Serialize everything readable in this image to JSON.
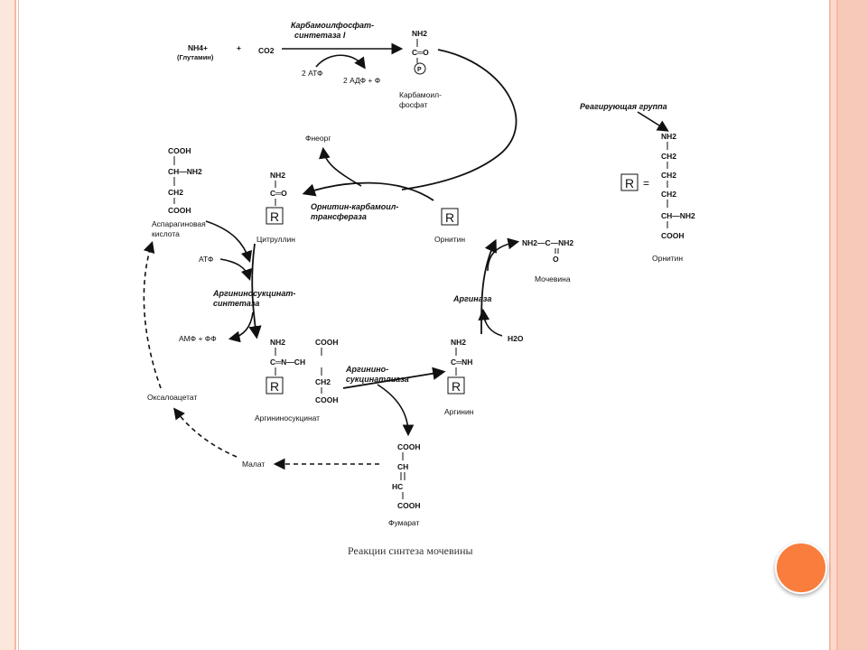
{
  "caption": "Реакции синтеза мочевины",
  "top": {
    "nh4": "NH4+",
    "glutamine": "(Глутамин)",
    "plus": "+",
    "co2": "CO2",
    "enzyme1_line1": "Карбамоилфосфат-",
    "enzyme1_line2": "синтетаза I",
    "atp2": "2 АТФ",
    "adp2": "2 АДФ + Ф",
    "cp_nh2": "NH2",
    "cp_co": "C═O",
    "cp_p": "P",
    "cp_name1": "Карбамоил-",
    "cp_name2": "фосфат"
  },
  "pi": "Фнеорг",
  "ornithine_transferase": {
    "line1": "Орнитин-карбамоил-",
    "line2": "трансфераза"
  },
  "citrulline": {
    "nh2": "NH2",
    "co": "C═O",
    "r": "R",
    "name": "Цитруллин"
  },
  "ornithine": {
    "r": "R",
    "name": "Орнитин"
  },
  "aspartate": {
    "cooh1": "COOH",
    "ch_nh2": "CH—NH2",
    "ch2": "CH2",
    "cooh2": "COOH",
    "name1": "Аспарагиновая",
    "name2": "кислота"
  },
  "atp": "АТФ",
  "synthetase": {
    "line1": "Аргининосукцинат-",
    "line2": "синтетаза"
  },
  "amp": "АМФ + ФФ",
  "argininosuccinate": {
    "nh2": "NH2",
    "cooh1": "COOH",
    "cnch": "C═N—CH",
    "ch2": "CH2",
    "cooh2": "COOH",
    "r": "R",
    "name": "Аргининосукцинат"
  },
  "lyase": {
    "line1": "Аргинино-",
    "line2": "сукцинатлиаза"
  },
  "arginine": {
    "nh2": "NH2",
    "cnh": "C═NH",
    "r": "R",
    "name": "Аргинин"
  },
  "arginase": "Аргиназа",
  "h2o": "H2O",
  "urea": {
    "formula": "NH2—C—NH2",
    "o": "O",
    "name": "Мочевина"
  },
  "fumarate": {
    "cooh1": "COOH",
    "ch": "CH",
    "hc": "HC",
    "cooh2": "COOH",
    "name": "Фумарат"
  },
  "malate": "Малат",
  "oxaloacetate": "Оксалоацетат",
  "reacting_group": {
    "title": "Реагирующая группа",
    "r": "R",
    "eq": "=",
    "nh2": "NH2",
    "ch2a": "CH2",
    "ch2b": "CH2",
    "ch2c": "CH2",
    "ch_nh2": "CH—NH2",
    "cooh": "COOH",
    "name": "Орнитин"
  }
}
